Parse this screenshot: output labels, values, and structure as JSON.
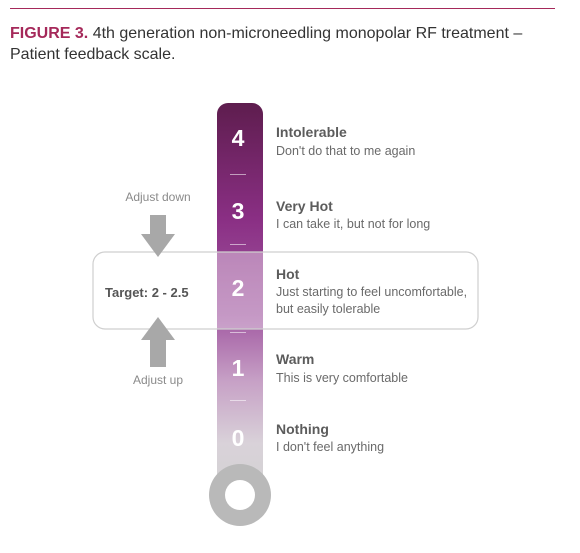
{
  "caption": {
    "label": "FIGURE 3.",
    "text": "4th generation non-microneedling monopolar RF treatment – Patient feedback scale."
  },
  "scale": {
    "levels": [
      {
        "number": "4",
        "name": "Intolerable",
        "description": "Don't do that to me again"
      },
      {
        "number": "3",
        "name": "Very Hot",
        "description": "I can take it, but not for long"
      },
      {
        "number": "2",
        "name": "Hot",
        "description": "Just starting to feel uncomfortable, but easily tolerable"
      },
      {
        "number": "1",
        "name": "Warm",
        "description": "This is very comfortable"
      },
      {
        "number": "0",
        "name": "Nothing",
        "description": "I don't feel anything"
      }
    ],
    "target": "Target: 2 - 2.5",
    "adjust_down": "Adjust down",
    "adjust_up": "Adjust up"
  },
  "colors": {
    "caption_accent": "#a5295a",
    "gradient_top": "#5e1d4e",
    "gradient_mid": "#8e3a8c",
    "gradient_low": "#d3b3d2",
    "gradient_bottom": "#dcdcdc",
    "bulb": "#b9b9b9",
    "arrow": "#a8a8a8"
  }
}
